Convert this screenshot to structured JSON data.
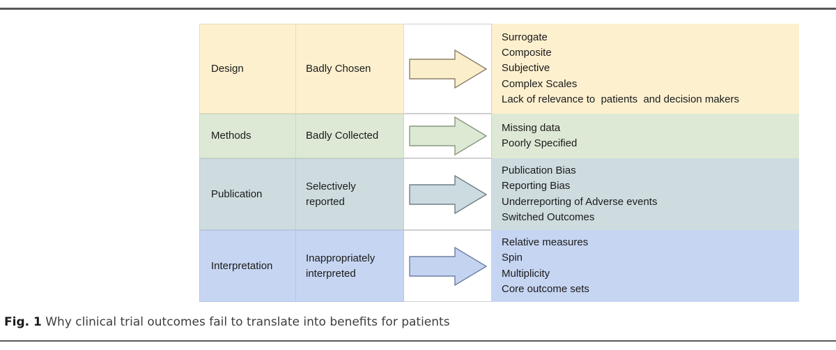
{
  "figure": {
    "rows": [
      {
        "stage": "Design",
        "problem": "Badly  Chosen",
        "arrow": "right-arrow-icon",
        "arrow_fill": "#fbeecb",
        "arrow_stroke": "#8c8169",
        "tone": "cream",
        "background": "#fcf0cf",
        "outcomes": [
          "Surrogate",
          "Composite",
          "Subjective",
          "Complex Scales",
          "Lack of relevance to  patients  and decision makers"
        ]
      },
      {
        "stage": "Methods",
        "problem": "Badly Collected",
        "arrow": "right-arrow-icon",
        "arrow_fill": "#dcead3",
        "arrow_stroke": "#8a9682",
        "tone": "green",
        "background": "#dde9d5",
        "outcomes": [
          "Missing data",
          "Poorly Specified"
        ]
      },
      {
        "stage": "Publication",
        "problem": "Selectively\nreported",
        "arrow": "right-arrow-icon",
        "arrow_fill": "#ccdbe0",
        "arrow_stroke": "#6f7e85",
        "tone": "steel",
        "background": "#cedce0",
        "outcomes": [
          "Publication Bias",
          "Reporting Bias",
          "Underreporting of Adverse events",
          "Switched Outcomes"
        ]
      },
      {
        "stage": "Interpretation",
        "problem": "Inappropriately\ninterpreted",
        "arrow": "right-arrow-icon",
        "arrow_fill": "#c4d4f0",
        "arrow_stroke": "#6d7fa3",
        "tone": "blue",
        "background": "#c6d5f2",
        "outcomes": [
          "Relative measures",
          "Spin",
          "Multiplicity",
          "Core outcome sets"
        ]
      }
    ]
  },
  "caption": {
    "label": "Fig. 1",
    "text": " Why clinical trial outcomes fail to translate into benefits for patients"
  }
}
